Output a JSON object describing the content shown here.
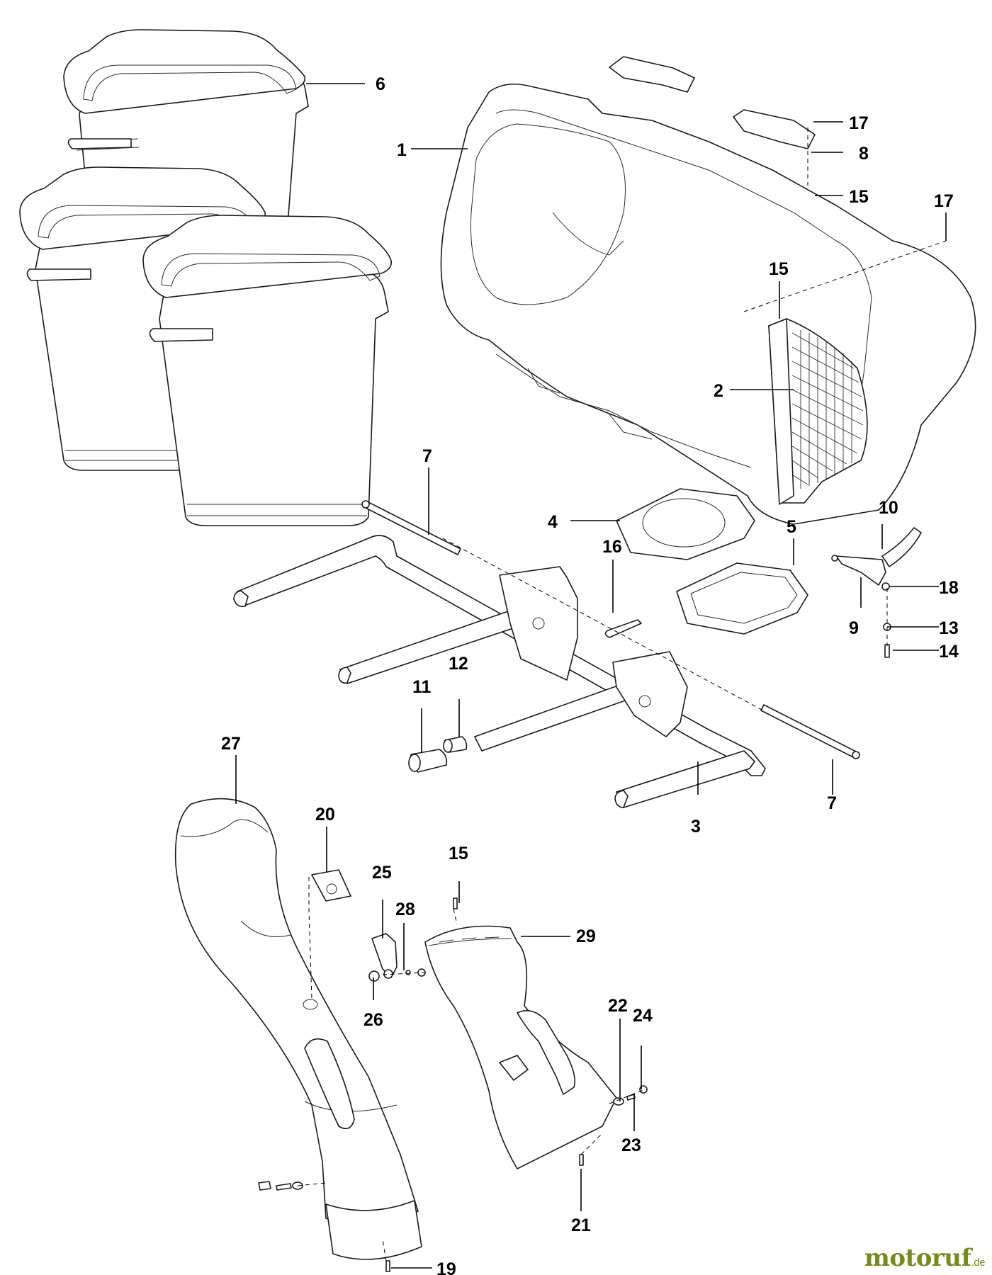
{
  "callouts": [
    {
      "id": "c1",
      "label": "1"
    },
    {
      "id": "c2",
      "label": "2"
    },
    {
      "id": "c3",
      "label": "3"
    },
    {
      "id": "c4",
      "label": "4"
    },
    {
      "id": "c5",
      "label": "5"
    },
    {
      "id": "c6",
      "label": "6"
    },
    {
      "id": "c7a",
      "label": "7"
    },
    {
      "id": "c7b",
      "label": "7"
    },
    {
      "id": "c8",
      "label": "8"
    },
    {
      "id": "c9",
      "label": "9"
    },
    {
      "id": "c10",
      "label": "10"
    },
    {
      "id": "c11",
      "label": "11"
    },
    {
      "id": "c12",
      "label": "12"
    },
    {
      "id": "c13",
      "label": "13"
    },
    {
      "id": "c14",
      "label": "14"
    },
    {
      "id": "c15a",
      "label": "15"
    },
    {
      "id": "c15b",
      "label": "15"
    },
    {
      "id": "c15c",
      "label": "15"
    },
    {
      "id": "c16",
      "label": "16"
    },
    {
      "id": "c17a",
      "label": "17"
    },
    {
      "id": "c17b",
      "label": "17"
    },
    {
      "id": "c18",
      "label": "18"
    },
    {
      "id": "c19",
      "label": "19"
    },
    {
      "id": "c20",
      "label": "20"
    },
    {
      "id": "c21",
      "label": "21"
    },
    {
      "id": "c22",
      "label": "22"
    },
    {
      "id": "c23",
      "label": "23"
    },
    {
      "id": "c24",
      "label": "24"
    },
    {
      "id": "c25",
      "label": "25"
    },
    {
      "id": "c26",
      "label": "26"
    },
    {
      "id": "c27",
      "label": "27"
    },
    {
      "id": "c28",
      "label": "28"
    },
    {
      "id": "c29",
      "label": "29"
    }
  ],
  "watermark": {
    "brand": "motoruf",
    "tld": ".de",
    "color": "#7a8a1a"
  }
}
